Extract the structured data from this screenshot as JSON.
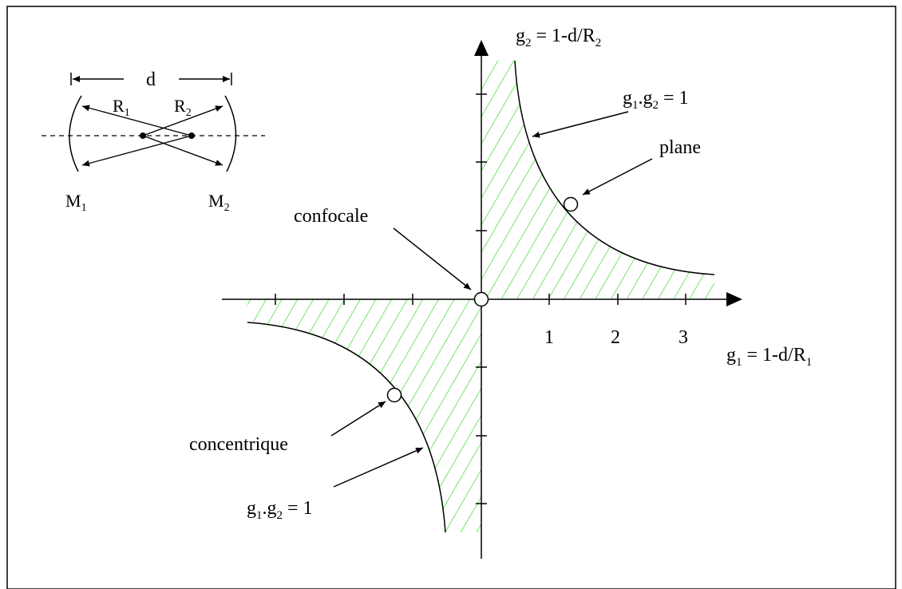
{
  "inset": {
    "distance_label": "d",
    "radius_left": {
      "base": "R",
      "sub": "1"
    },
    "radius_right": {
      "base": "R",
      "sub": "2"
    },
    "mirror_left": {
      "base": "M",
      "sub": "1"
    },
    "mirror_right": {
      "base": "M",
      "sub": "2"
    }
  },
  "axes": {
    "y_label": {
      "base": "g",
      "sub": "2",
      "rest": " = 1-d/R",
      "sub2": "2"
    },
    "x_label": {
      "base": "g",
      "sub": "1",
      "rest": " = 1-d/R",
      "sub2": "1"
    },
    "x_ticks": [
      "1",
      "2",
      "3"
    ]
  },
  "annotations": {
    "hyperbola_upper": {
      "g1": "g",
      "s1": "1",
      "mid": ".g",
      "s2": "2",
      "rest": " = 1"
    },
    "hyperbola_lower": {
      "g1": "g",
      "s1": "1",
      "mid": ".g",
      "s2": "2",
      "rest": " = 1"
    },
    "plane": "plane",
    "confocal": "confocale",
    "concentric": "concentrique"
  },
  "colors": {
    "stability_hatch": "#33dd22",
    "line": "#000000"
  }
}
